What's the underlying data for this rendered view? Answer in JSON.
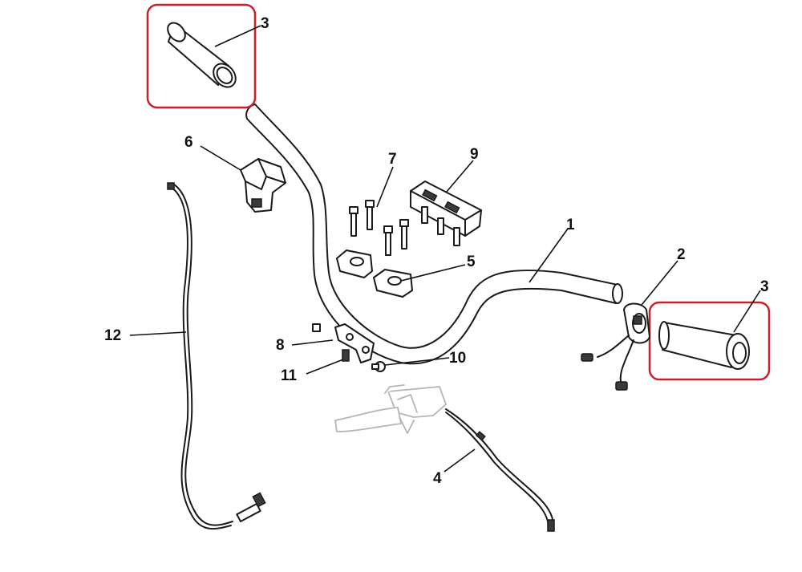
{
  "highlight_color": "#cc1f2a",
  "parts": [
    {
      "id": "handlebar",
      "number": "1"
    },
    {
      "id": "switch-right",
      "number": "2"
    },
    {
      "id": "grip-left",
      "number": "3"
    },
    {
      "id": "grip-right",
      "number": "3"
    },
    {
      "id": "clutch-cable",
      "number": "4"
    },
    {
      "id": "clamp-lower",
      "number": "5"
    },
    {
      "id": "switch-left",
      "number": "6"
    },
    {
      "id": "bolts",
      "number": "7"
    },
    {
      "id": "bracket",
      "number": "8"
    },
    {
      "id": "clamp-top",
      "number": "9"
    },
    {
      "id": "bolt-small",
      "number": "10"
    },
    {
      "id": "screw",
      "number": "11"
    },
    {
      "id": "throttle-cable",
      "number": "12"
    }
  ]
}
